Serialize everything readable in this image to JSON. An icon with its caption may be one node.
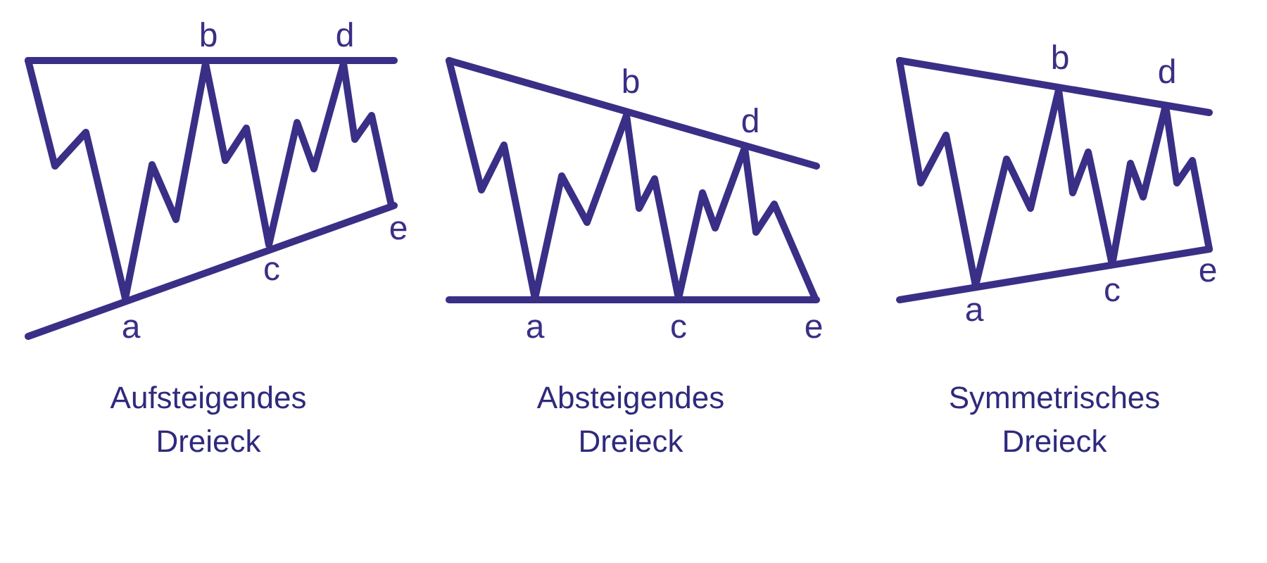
{
  "diagram": {
    "labels": [
      "b",
      "d",
      "e",
      "c",
      "a",
      "Aufsteigendes Dreieck",
      "b",
      "d",
      "a",
      "c",
      "e",
      "Absteigendes Dreieck",
      "b",
      "d",
      "e",
      "c",
      "a",
      "Symmetrisches Dreieck"
    ]
  }
}
